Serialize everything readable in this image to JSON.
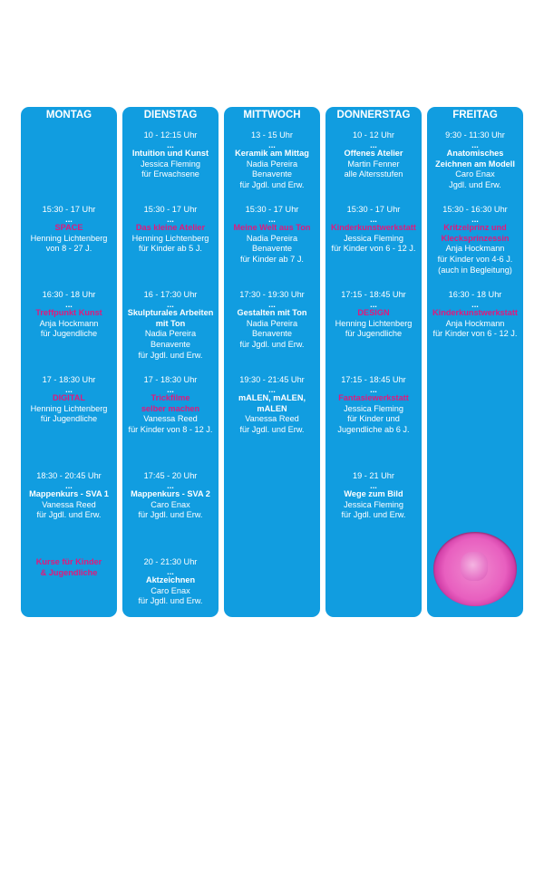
{
  "days": {
    "montag": {
      "title": "MONTAG",
      "events": [
        {
          "time": "15:30 - 17 Uhr",
          "dots": "...",
          "title": "SPACE",
          "lines": [
            "Henning Lichtenberg",
            "von 8 - 27 J."
          ]
        },
        {
          "time": "16:30 - 18 Uhr",
          "dots": "...",
          "title": "Treffpunkt Kunst",
          "lines": [
            "Anja Hockmann",
            "für Jugendliche"
          ]
        },
        {
          "time": "17 - 18:30 Uhr",
          "dots": "...",
          "title": "DIGITAL",
          "lines": [
            "Henning Lichtenberg",
            "für Jugendliche"
          ]
        },
        {
          "time": "18:30 - 20:45 Uhr",
          "dots": "...",
          "title": "Mappenkurs - SVA 1",
          "lines": [
            "Vanessa Reed",
            "für Jgdl. und Erw."
          ]
        }
      ],
      "footer": [
        "Kurse für Kinder",
        "& Jugendliche"
      ]
    },
    "dienstag": {
      "title": "DIENSTAG",
      "events": [
        {
          "time": "10 - 12:15 Uhr",
          "dots": "...",
          "title": "Intuition und Kunst",
          "lines": [
            "Jessica Fleming",
            "für Erwachsene"
          ]
        },
        {
          "time": "15:30 - 17 Uhr",
          "dots": "...",
          "title": "Das kleine Atelier",
          "lines": [
            "Henning Lichtenberg",
            "für Kinder ab 5 J."
          ]
        },
        {
          "time": "16 - 17:30 Uhr",
          "dots": "...",
          "title": [
            "Skulpturales Arbeiten",
            "mit Ton"
          ],
          "lines": [
            "Nadia Pereira",
            "Benavente",
            "für Jgdl. und Erw."
          ]
        },
        {
          "time": "17 - 18:30 Uhr",
          "dots": "...",
          "title": [
            "Trickfilme",
            "selber machen"
          ],
          "lines": [
            "Vanessa Reed",
            "für Kinder von 8 - 12 J."
          ]
        },
        {
          "time": "17:45 - 20 Uhr",
          "dots": "...",
          "title": "Mappenkurs - SVA 2",
          "lines": [
            "Caro Enax",
            "für Jgdl. und Erw."
          ]
        },
        {
          "time": "20 - 21:30 Uhr",
          "dots": "...",
          "title": "Aktzeichnen",
          "lines": [
            "Caro Enax",
            "für Jgdl. und Erw."
          ]
        }
      ]
    },
    "mittwoch": {
      "title": "MITTWOCH",
      "events": [
        {
          "time": "13 - 15 Uhr",
          "dots": "...",
          "title": "Keramik am Mittag",
          "lines": [
            "Nadia Pereira",
            "Benavente",
            "für Jgdl. und Erw."
          ]
        },
        {
          "time": "15:30 - 17 Uhr",
          "dots": "...",
          "title": "Meine Welt aus Ton",
          "lines": [
            "Nadia Pereira",
            "Benavente",
            "für Kinder ab 7 J."
          ]
        },
        {
          "time": "17:30 - 19:30 Uhr",
          "dots": "...",
          "title": "Gestalten mit Ton",
          "lines": [
            "Nadia Pereira",
            "Benavente",
            "für Jgdl. und Erw."
          ]
        },
        {
          "time": "19:30 - 21:45 Uhr",
          "dots": "...",
          "title": [
            "mALEN, mALEN,",
            "mALEN"
          ],
          "lines": [
            "Vanessa Reed",
            "für Jgdl. und Erw."
          ]
        }
      ]
    },
    "donnerstag": {
      "title": "DONNERSTAG",
      "events": [
        {
          "time": "10 - 12 Uhr",
          "dots": "...",
          "title": "Offenes Atelier",
          "lines": [
            "Martin Fenner",
            "alle Altersstufen"
          ]
        },
        {
          "time": "15:30 - 17 Uhr",
          "dots": "...",
          "title": "Kinderkunstwerkstatt",
          "lines": [
            "Jessica Fleming",
            "für Kinder von 6 - 12 J."
          ]
        },
        {
          "time": "17:15 - 18:45 Uhr",
          "dots": "...",
          "title": "DESIGN",
          "lines": [
            "Henning Lichtenberg",
            "für Jugendliche"
          ]
        },
        {
          "time": "17:15 - 18:45 Uhr",
          "dots": "...",
          "title": "Fantasiewerkstatt",
          "lines": [
            "Jessica Fleming",
            "für Kinder und",
            "Jugendliche ab 6 J."
          ]
        },
        {
          "time": "19 - 21 Uhr",
          "dots": "...",
          "title": "Wege zum Bild",
          "lines": [
            "Jessica Fleming",
            "für Jgdl. und Erw."
          ]
        }
      ]
    },
    "freitag": {
      "title": "FREITAG",
      "events": [
        {
          "time": "9:30 - 11:30 Uhr",
          "dots": "...",
          "title": [
            "Anatomisches",
            "Zeichnen am Modell"
          ],
          "lines": [
            "Caro Enax",
            "Jgdl. und Erw."
          ]
        },
        {
          "time": "15:30 - 16:30 Uhr",
          "dots": "...",
          "title": [
            "Kritzelprinz und",
            "Klecksprinzessin"
          ],
          "lines": [
            "Anja Hockmann",
            "für Kinder von 4-6 J.",
            "(auch in Begleitung)"
          ]
        },
        {
          "time": "16:30 - 18 Uhr",
          "dots": "...",
          "title": "Kinderkunstwerkstatt",
          "lines": [
            "Anja Hockmann",
            "für Kinder von 6 - 12 J."
          ]
        }
      ]
    }
  },
  "colors": {
    "column": "#119de0",
    "pink": "#e0197d",
    "text": "#ffffff"
  },
  "image": {
    "icon": "pink-paint-dish-photo"
  }
}
